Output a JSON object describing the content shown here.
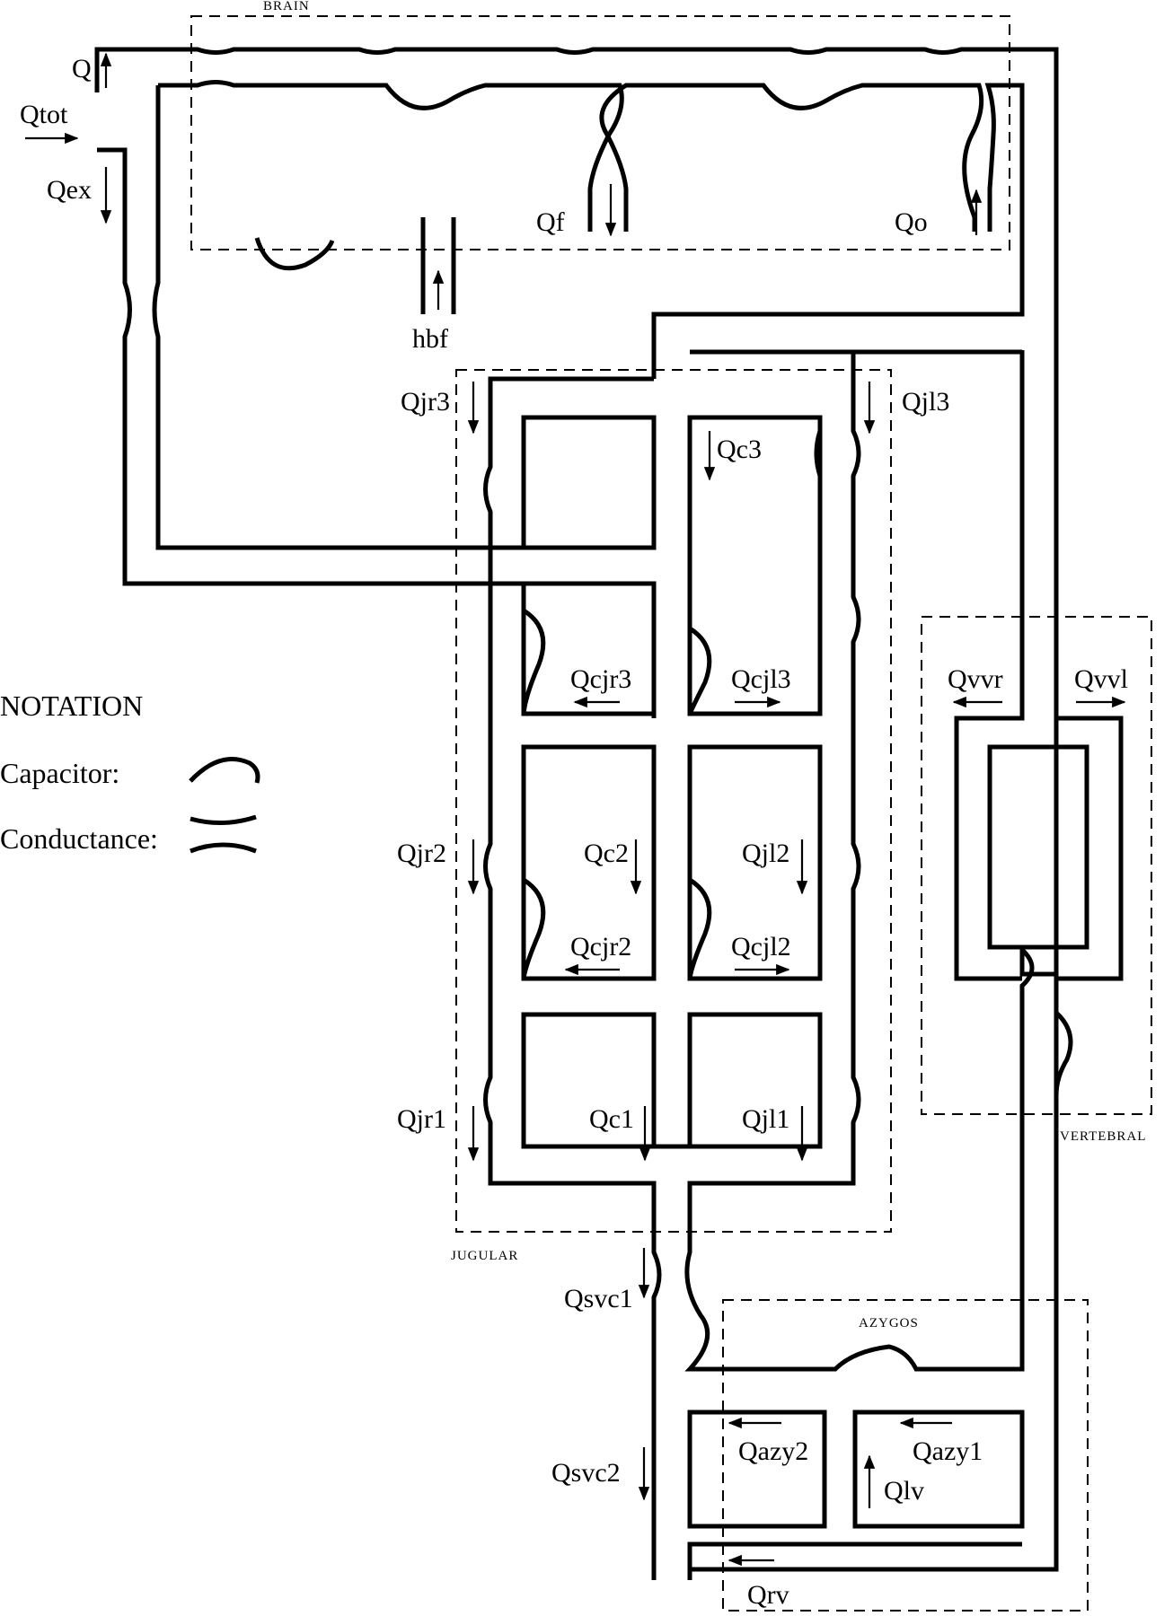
{
  "regions": {
    "brain": "BRAIN",
    "jugular": "JUGULAR",
    "vertebral": "VERTEBRAL",
    "azygos": "AZYGOS"
  },
  "notation": {
    "title": "NOTATION",
    "capacitor": "Capacitor:",
    "conductance": "Conductance:"
  },
  "flows": {
    "q": "Q",
    "qtot": "Qtot",
    "qex": "Qex",
    "qf": "Qf",
    "qo": "Qo",
    "hbf": "hbf",
    "qjr3": "Qjr3",
    "qjl3": "Qjl3",
    "qc3": "Qc3",
    "qcjr3": "Qcjr3",
    "qcjl3": "Qcjl3",
    "qvvr": "Qvvr",
    "qvvl": "Qvvl",
    "qjr2": "Qjr2",
    "qc2": "Qc2",
    "qjl2": "Qjl2",
    "qcjr2": "Qcjr2",
    "qcjl2": "Qcjl2",
    "qjr1": "Qjr1",
    "qc1": "Qc1",
    "qjl1": "Qjl1",
    "qsvc1": "Qsvc1",
    "qsvc2": "Qsvc2",
    "qazy2": "Qazy2",
    "qazy1": "Qazy1",
    "qlv": "Qlv",
    "qrv": "Qrv"
  }
}
